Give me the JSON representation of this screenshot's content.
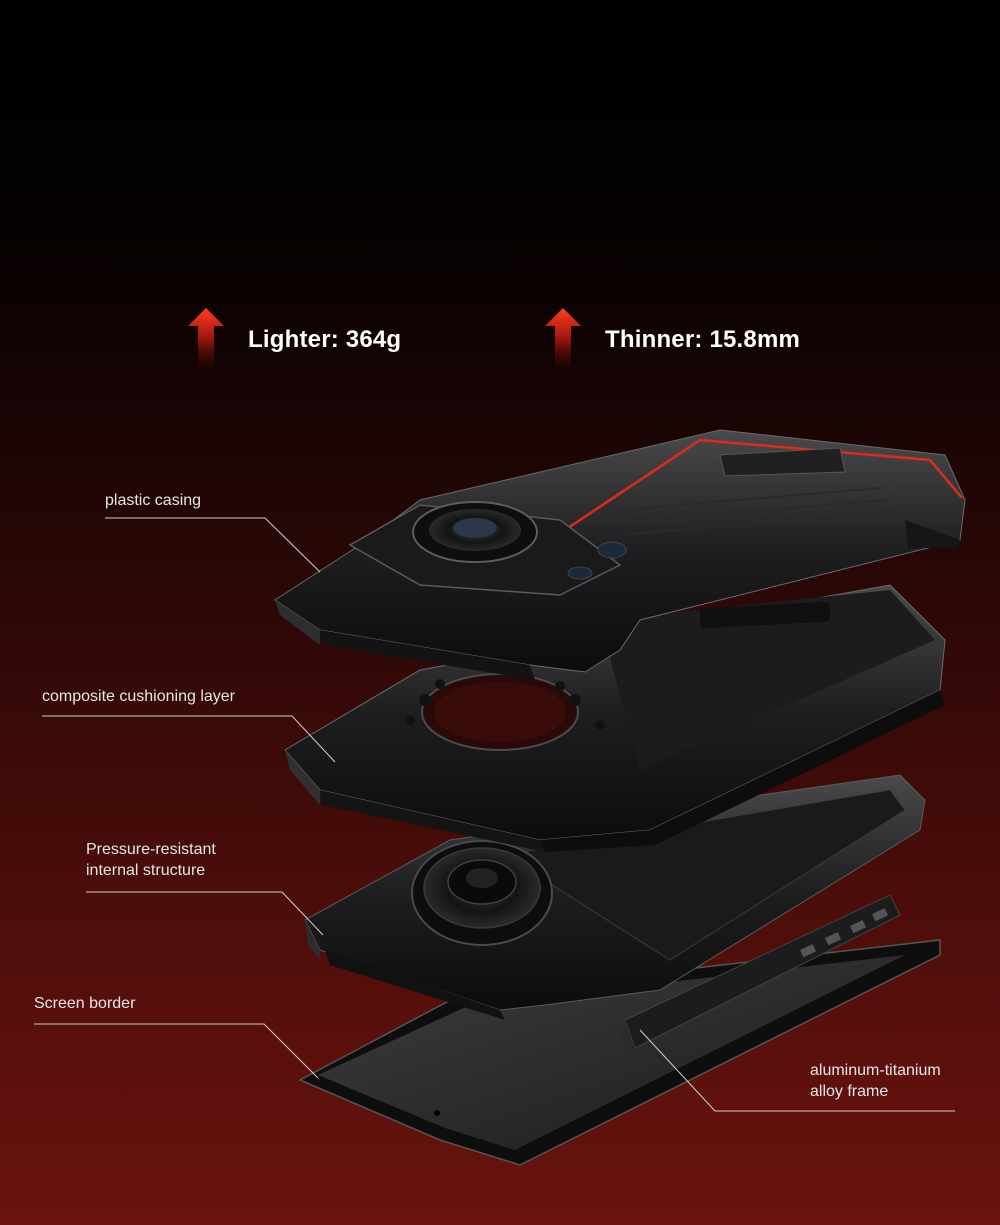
{
  "stats": [
    {
      "text": "Lighter: 364g",
      "icon": "up-arrow-icon"
    },
    {
      "text": "Thinner: 15.8mm",
      "icon": "up-arrow-icon"
    }
  ],
  "labels": {
    "plastic_casing": "plastic casing",
    "cushioning": "composite cushioning layer",
    "structure_line1": "Pressure-resistant",
    "structure_line2": "internal structure",
    "screen_border": "Screen border",
    "frame_line1": "aluminum-titanium",
    "frame_line2": "alloy frame"
  },
  "colors": {
    "accent_red": "#e02a1a",
    "background_bottom": "#6a130e",
    "text": "#ffffff"
  }
}
